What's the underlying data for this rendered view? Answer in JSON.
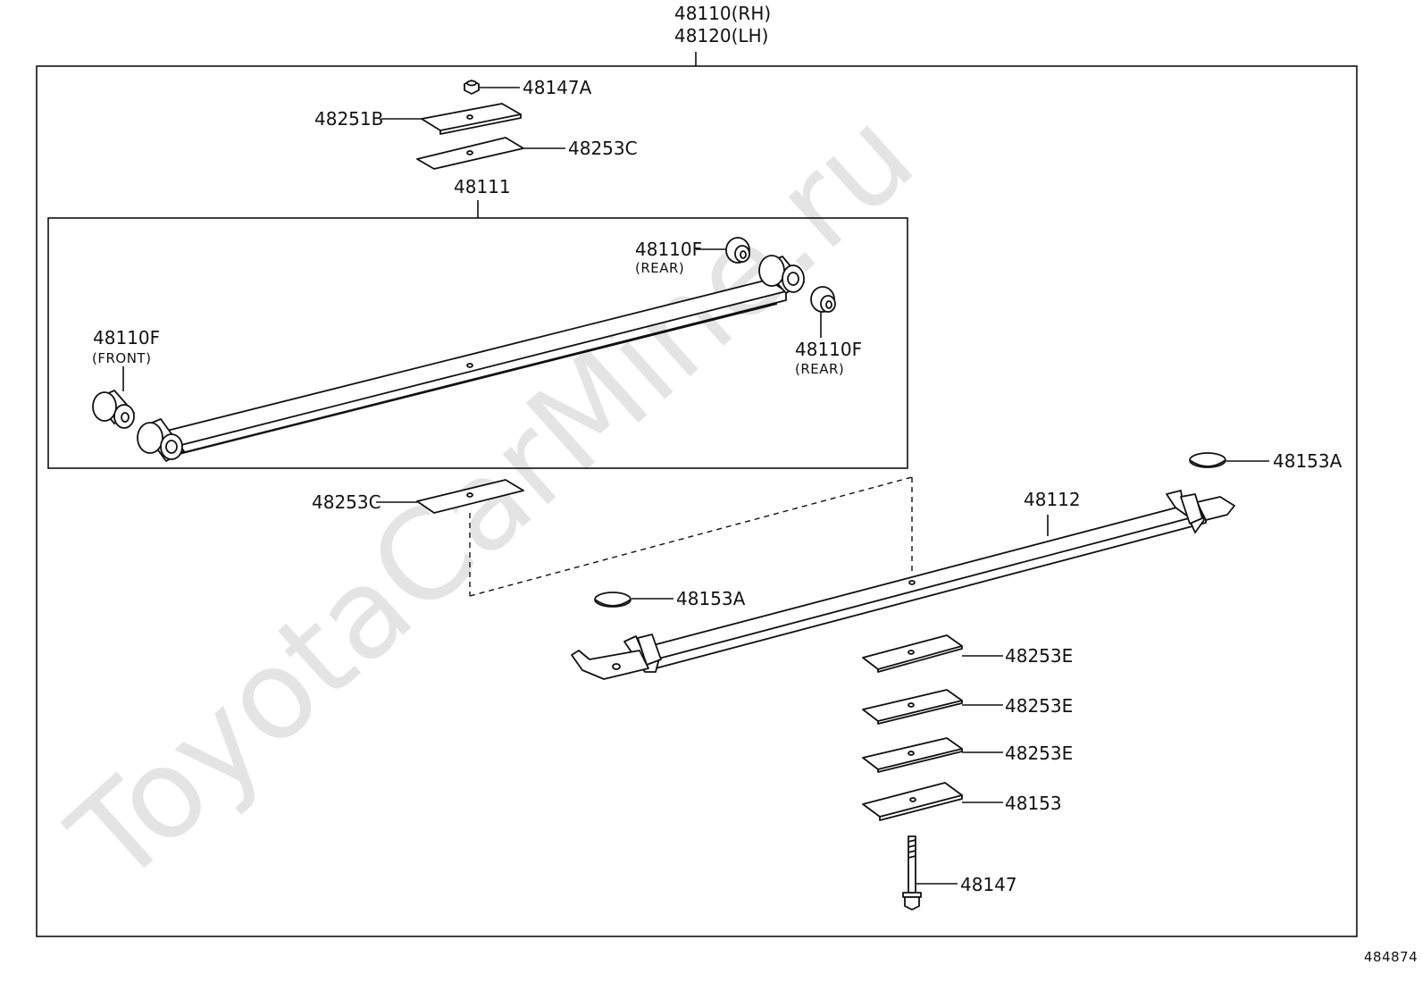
{
  "watermark": "ToyotaCarMine.ru",
  "diagram_id": "484874",
  "assembly": {
    "rh": "48110(RH)",
    "lh": "48120(LH)"
  },
  "labels": {
    "bolt_nut": "48147A",
    "plate_top": "48251B",
    "shim_top": "48253C",
    "leaf_main": "48111",
    "bush_rear_top": "48110F",
    "bush_rear_top_note": "(REAR)",
    "bush_front": "48110F",
    "bush_front_note": "(FRONT)",
    "bush_rear": "48110F",
    "bush_rear_note": "(REAR)",
    "shim_mid": "48253C",
    "leaf_second": "48112",
    "cap_right": "48153A",
    "cap_mid": "48153A",
    "shim_e1": "48253E",
    "shim_e2": "48253E",
    "shim_e3": "48253E",
    "plate_bottom": "48153",
    "center_bolt": "48147"
  }
}
